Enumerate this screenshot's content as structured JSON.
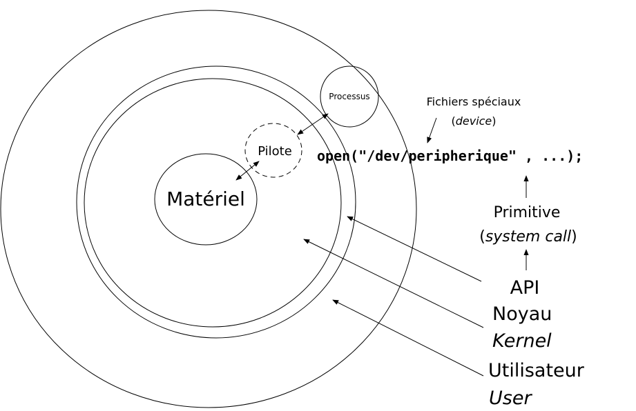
{
  "labels": {
    "materiel": "Matériel",
    "pilote": "Pilote",
    "processus": "Processus",
    "fichiers_speciaux": "Fichiers spéciaux",
    "device_open": "(",
    "device": "device",
    "device_close": ")",
    "code": "open(\"/dev/peripherique\" , ...);",
    "primitive": "Primitive",
    "system_call_open": "(",
    "system_call": "system call",
    "system_call_close": ")",
    "api": "API",
    "noyau": "Noyau",
    "kernel": "Kernel",
    "utilisateur": "Utilisateur",
    "user": "User"
  },
  "colors": {
    "stroke": "#000000",
    "background": "#ffffff"
  }
}
